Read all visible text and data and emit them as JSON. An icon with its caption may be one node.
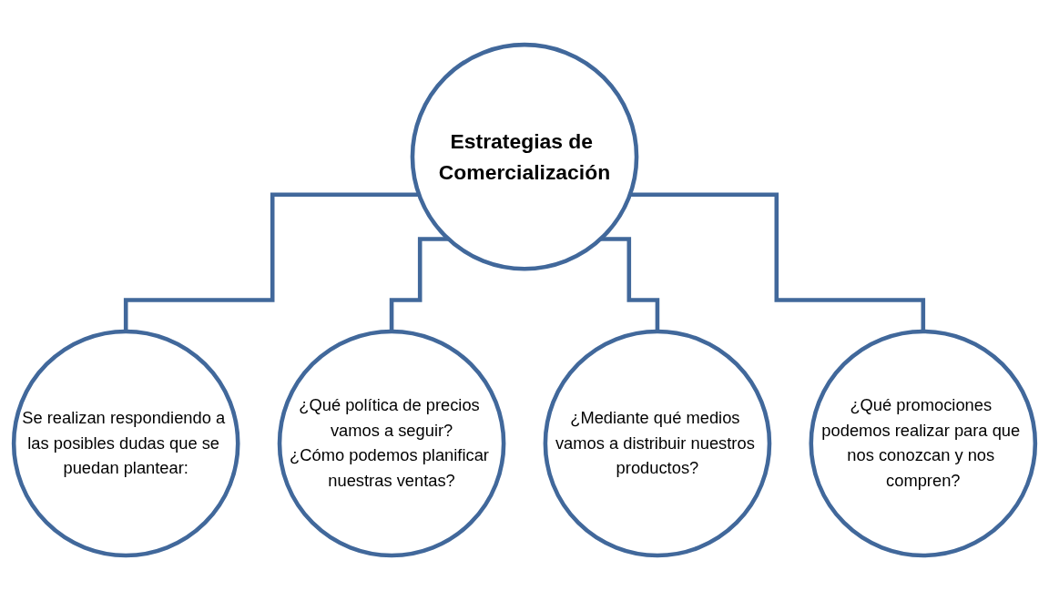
{
  "diagram": {
    "nodes": [
      {
        "text": [
          "Estrategias de Comercialización"
        ]
      },
      {
        "text": [
          "Se realizan respondiendo a las posibles dudas que se puedan plantear:"
        ]
      },
      {
        "text": [
          "¿Qué política de precios vamos a seguir?",
          "¿Cómo podemos planificar nuestras ventas?"
        ]
      },
      {
        "text": [
          "¿Mediante qué medios vamos a distribuir nuestros productos?"
        ]
      },
      {
        "text": [
          "¿Qué promociones podemos realizar para que nos conozcan y nos compren?"
        ]
      }
    ],
    "edges": [
      {
        "from": 0,
        "to": 1,
        "arrow": "none"
      },
      {
        "from": 0,
        "to": 2,
        "arrow": "none"
      },
      {
        "from": 0,
        "to": 3,
        "arrow": "none"
      },
      {
        "from": 0,
        "to": 4,
        "arrow": "none"
      }
    ]
  }
}
